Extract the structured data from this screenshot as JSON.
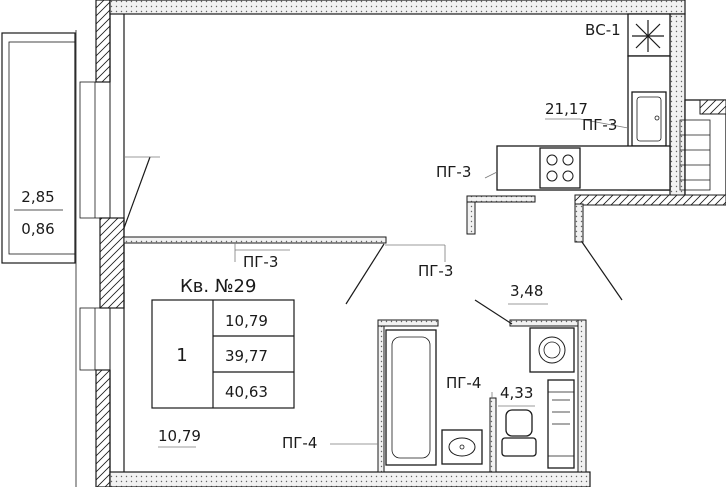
{
  "balcony": {
    "area": "2,85",
    "coef_area": "0,86"
  },
  "apartment": {
    "title": "Кв. №29",
    "rooms": "1",
    "living_area": "10,79",
    "total_area": "39,77",
    "total_area_with_balcony": "40,63"
  },
  "rooms": {
    "kitchen_area": "21,17",
    "hall_area": "3,48",
    "bath_area": "4,33",
    "living_room_area": "10,79"
  },
  "labels": {
    "vent_shaft": "ВС-1",
    "partition_kitchen_right": "ПГ-3",
    "partition_kitchen_counter": "ПГ-3",
    "partition_room": "ПГ-3",
    "partition_hall": "ПГ-3",
    "partition_bath_inner": "ПГ-4",
    "partition_bath_outer": "ПГ-4"
  }
}
